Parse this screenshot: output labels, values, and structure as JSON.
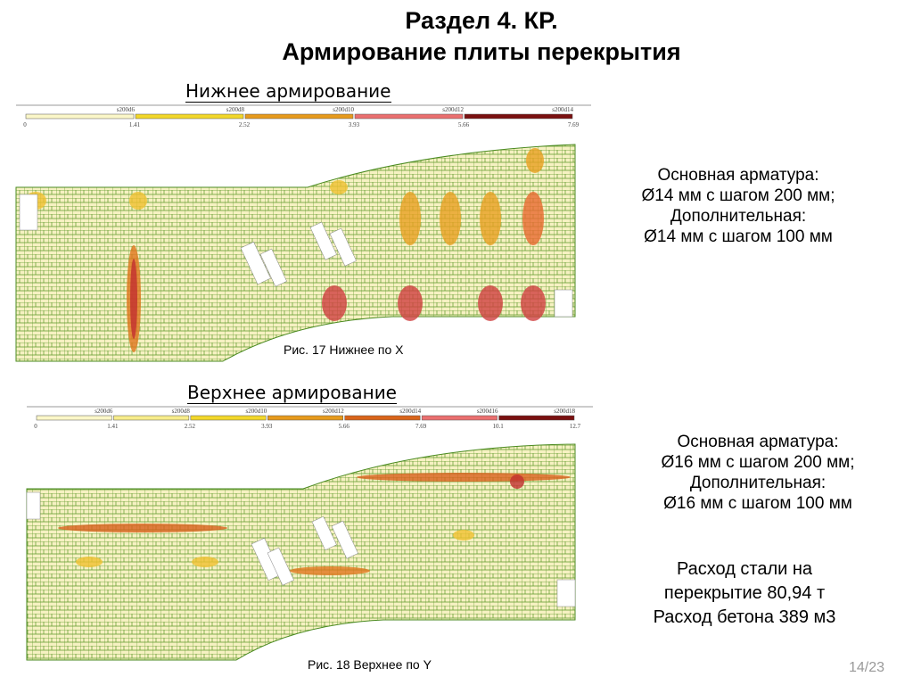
{
  "slide": {
    "title_line1": "Раздел 4. КР.",
    "title_line2": "Армирование плиты перекрытия",
    "page": "14/23"
  },
  "figure1": {
    "heading": "Нижнее армирование",
    "caption": "Рис. 17 Нижнее по X",
    "legend": {
      "labels": [
        "s200d6",
        "s200d8",
        "s200d10",
        "s200d12",
        "s200d14"
      ],
      "values": [
        "0",
        "1.41",
        "2.52",
        "3.93",
        "5.66",
        "7.69"
      ],
      "colors": [
        "#fbf7c8",
        "#f2d72a",
        "#e69a1c",
        "#ea6f6f",
        "#7a1010"
      ]
    }
  },
  "figure2": {
    "heading": "Верхнее армирование",
    "caption": "Рис. 18 Верхнее по Y",
    "legend": {
      "labels": [
        "s200d6",
        "s200d8",
        "s200d10",
        "s200d12",
        "s200d14",
        "s200d16",
        "s200d18"
      ],
      "values": [
        "0",
        "1.41",
        "2.52",
        "3.93",
        "5.66",
        "7.69",
        "10.1",
        "12.7"
      ],
      "colors": [
        "#fbf7c8",
        "#f7ec8a",
        "#f2d72a",
        "#e69a1c",
        "#d9641a",
        "#ea6f6f",
        "#7a1010"
      ]
    }
  },
  "notes1": [
    "Основная арматура:",
    "Ø14 мм с шагом 200 мм;",
    "Дополнительная:",
    "Ø14 мм с шагом 100 мм"
  ],
  "notes2": [
    "Основная арматура:",
    "Ø16 мм с шагом 200 мм;",
    "Дополнительная:",
    "Ø16 мм с шагом 100 мм"
  ],
  "notes3": [
    "Расход стали на",
    "перекрытие 80,94 т",
    "Расход бетона 389 м3"
  ]
}
